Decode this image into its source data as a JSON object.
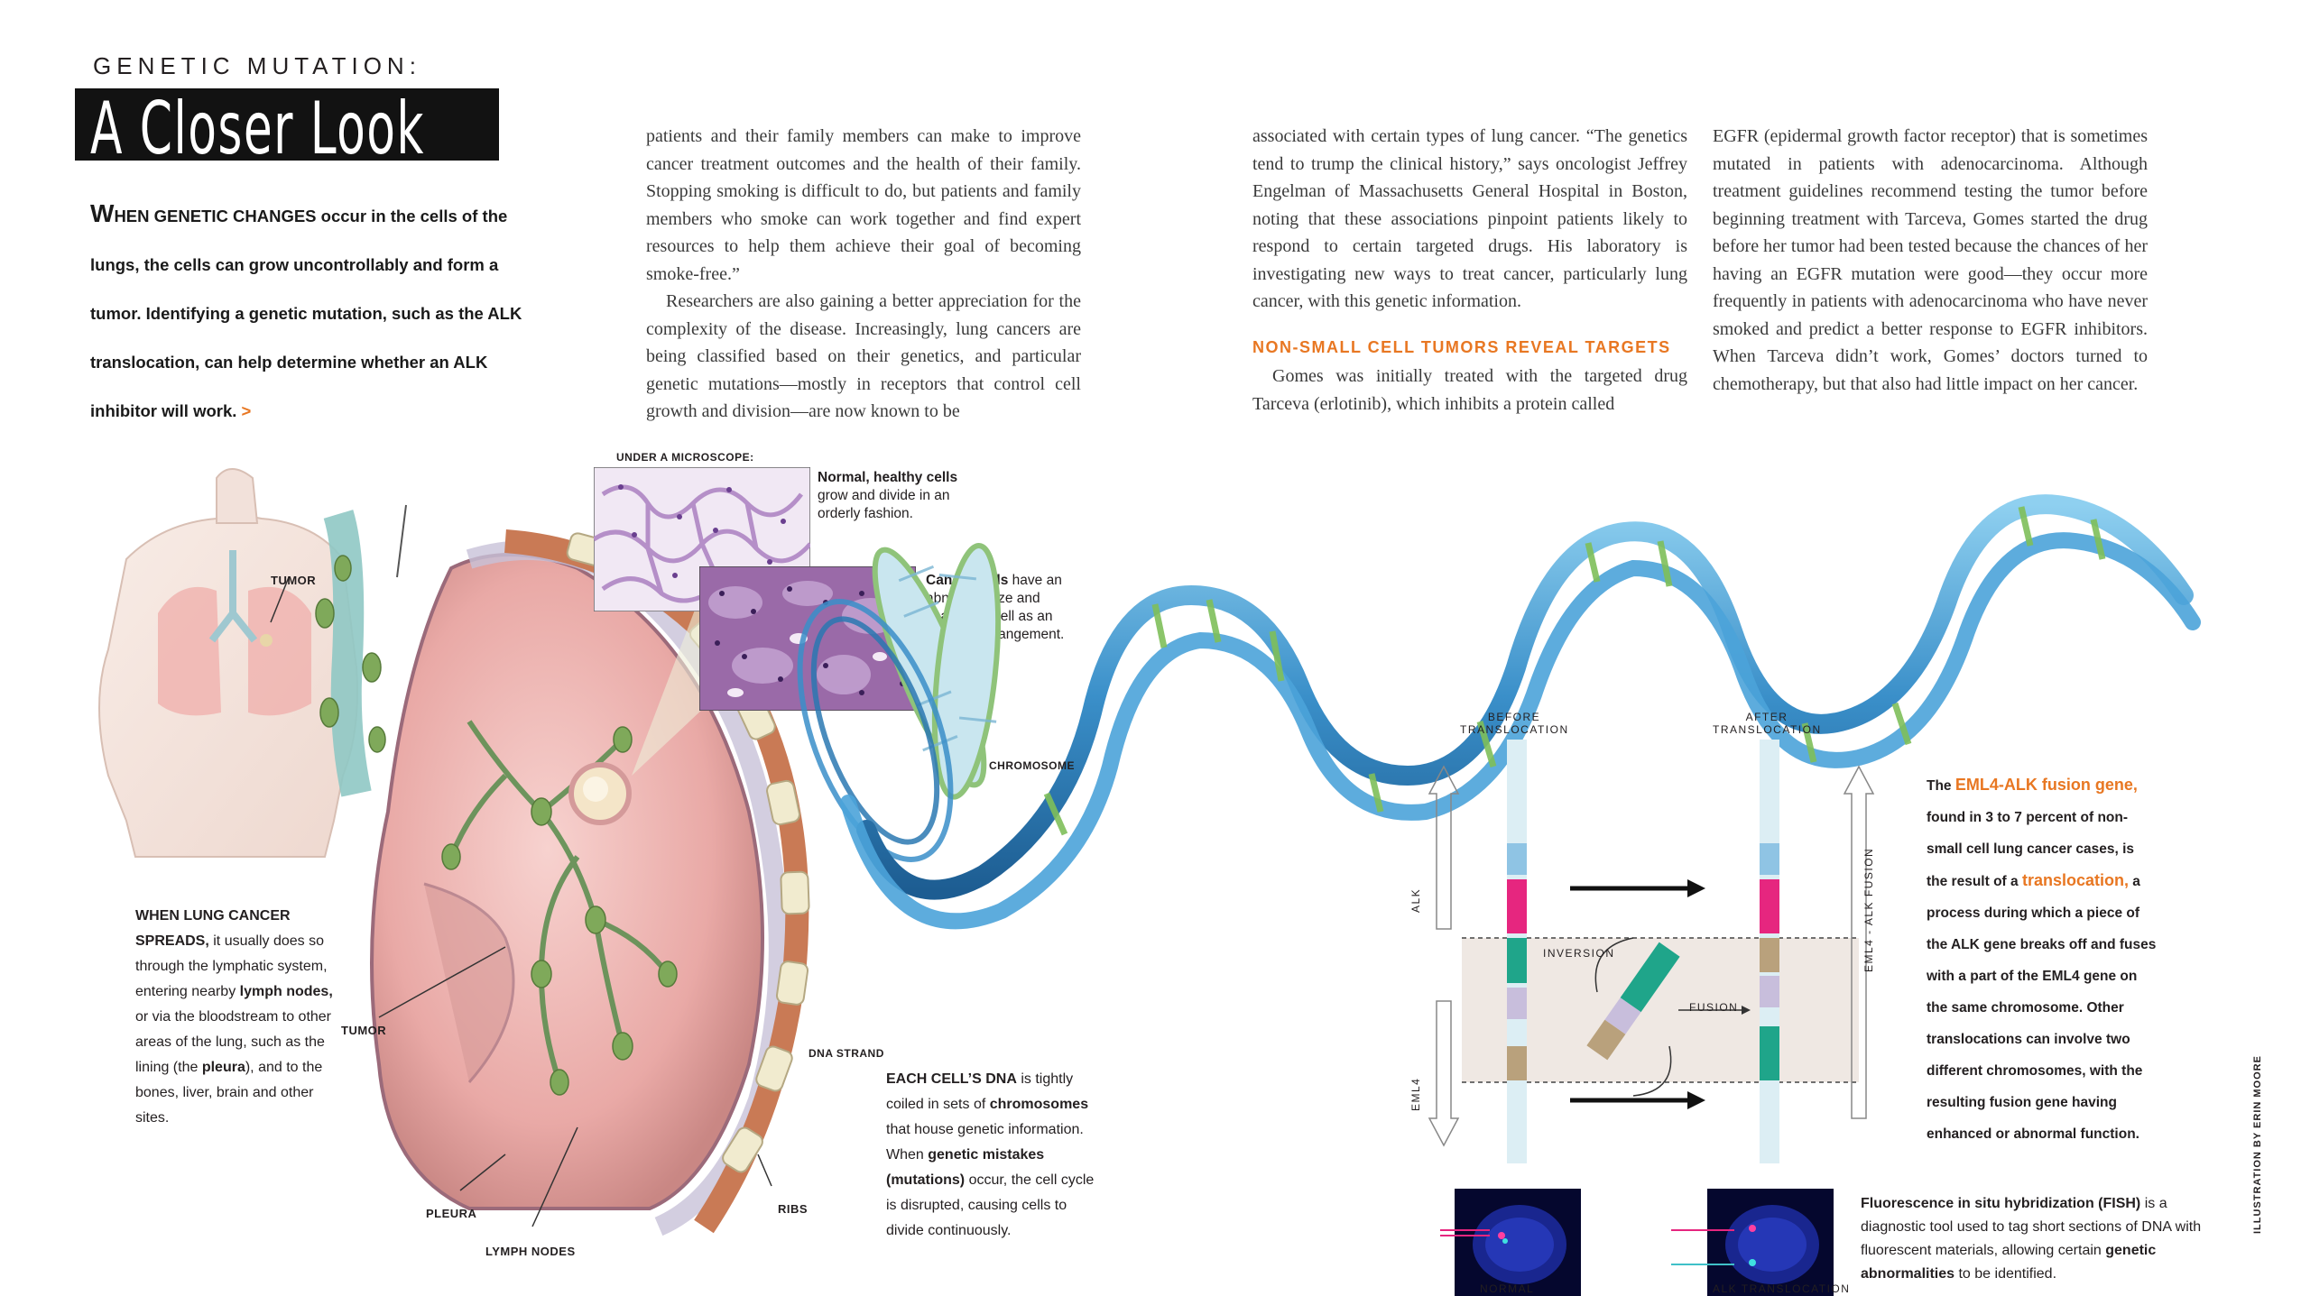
{
  "header": {
    "kicker": "GENETIC MUTATION:",
    "title": "A Closer Look"
  },
  "intro": {
    "dropcap": "W",
    "text": "HEN GENETIC CHANGES occur in the cells of the lungs, the cells can grow uncontrollably and form a tumor. Identifying a genetic mutation, such as the ALK translocation, can help determine whether an ALK inhibitor will work.",
    "arrow": ">"
  },
  "columns": {
    "col1_p1": "patients and their family members can make to improve cancer treatment outcomes and the health of their family. Stopping smoking is difficult to do, but patients and family members who smoke can work together and find expert resources to help them achieve their goal of becoming smoke-free.”",
    "col1_p2": "Researchers are also gaining a better appreciation for the complexity of the disease. Increasingly, lung cancers are being classified based on their genetics, and particular genetic mutations—mostly in receptors that control cell growth and division—are now known to be",
    "col2_p1": "associated with certain types of lung cancer. “The genetics tend to trump the clinical history,” says oncologist Jeffrey Engelman of Massachusetts General Hospital in Boston, noting that these associations pinpoint patients likely to respond to certain targeted drugs. His laboratory is investigating new ways to treat cancer, particularly lung cancer, with this genetic information.",
    "col2_subhead": "NON-SMALL CELL TUMORS REVEAL TARGETS",
    "col2_p2": "Gomes was initially treated with the targeted drug Tarceva (erlotinib), which inhibits a protein called",
    "col3_p1": "EGFR (epidermal growth factor receptor) that is sometimes mutated in patients with adenocarcinoma. Although treatment guidelines recommend testing the tumor before beginning treatment with Tarceva, Gomes started the drug before her tumor had been tested because the chances of her having an EGFR mutation were good—they occur more frequently in patients with adenocarcinoma who have never smoked and predict a better response to EGFR inhibitors. When Tarceva didn’t work, Gomes’ doctors turned to chemotherapy, but that also had little impact on her cancer."
  },
  "labels": {
    "under_microscope": "UNDER A MICROSCOPE:",
    "tumor_top": "TUMOR",
    "tumor_lung": "TUMOR",
    "pleura": "PLEURA",
    "lymph_nodes": "LYMPH NODES",
    "ribs": "RIBS",
    "chromosome": "CHROMOSOME",
    "dna_strand": "DNA STRAND",
    "before_1": "BEFORE",
    "before_2": "TRANSLOCATION",
    "after_1": "AFTER",
    "after_2": "TRANSLOCATION",
    "alk": "ALK",
    "eml4": "EML4",
    "eml4_alk_fusion": "EML4 - ALK FUSION",
    "inversion": "INVERSION",
    "fusion": "FUSION",
    "normal": "NORMAL",
    "alk_translocation": "ALK TRANSLOCATION",
    "credit": "ILLUSTRATION BY ERIN MOORE"
  },
  "captions": {
    "normal_bold": "Normal, healthy cells",
    "normal_rest": "grow and divide in an orderly fashion.",
    "cancer_bold": "Cancer cells",
    "cancer_rest": "have an abnormal size and shape, as well as an irregular arrangement.",
    "spread_bold1": "WHEN LUNG CANCER SPREADS,",
    "spread_t1": "it usually does so through the lymphatic system, entering nearby",
    "spread_bold2": "lymph nodes,",
    "spread_t2": "or via the bloodstream to other areas of the lung, such as the lining (the",
    "spread_bold3": "pleura",
    "spread_t3": "), and to the bones, liver, brain and other sites.",
    "dna_bold1": "EACH CELL’S DNA",
    "dna_t1": "is tightly coiled in sets of",
    "dna_bold2": "chromosomes",
    "dna_t2": "that house genetic information. When",
    "dna_bold3": "genetic mistakes (mutations)",
    "dna_t3": "occur, the cell cycle is disrupted, causing cells to divide continuously.",
    "fusion_t1": "The",
    "fusion_or1": "EML4-ALK fusion gene,",
    "fusion_t2": "found in 3 to 7 percent of non-small cell lung cancer cases, is the result of a",
    "fusion_or2": "translocation,",
    "fusion_t3": "a process during which a piece of the ALK gene breaks off and fuses with a part of the EML4 gene on the same chromosome. Other translocations can involve two different chromosomes, with the resulting fusion gene having enhanced or abnormal function.",
    "fish_bold1": "Fluorescence in situ hybridization (FISH)",
    "fish_t1": "is a diagnostic tool used to tag short sections of DNA with fluorescent materials, allowing certain",
    "fish_bold2": "genetic abnormalities",
    "fish_t2": "to be identified."
  },
  "colors": {
    "accent": "#e87722",
    "dna_blue": "#3a8fc9",
    "gene_pink": "#e6267f",
    "gene_teal": "#1fa58a",
    "gene_tan": "#b9a17c",
    "gene_lavender": "#c8bedc",
    "gene_blue": "#8fc4e4"
  }
}
